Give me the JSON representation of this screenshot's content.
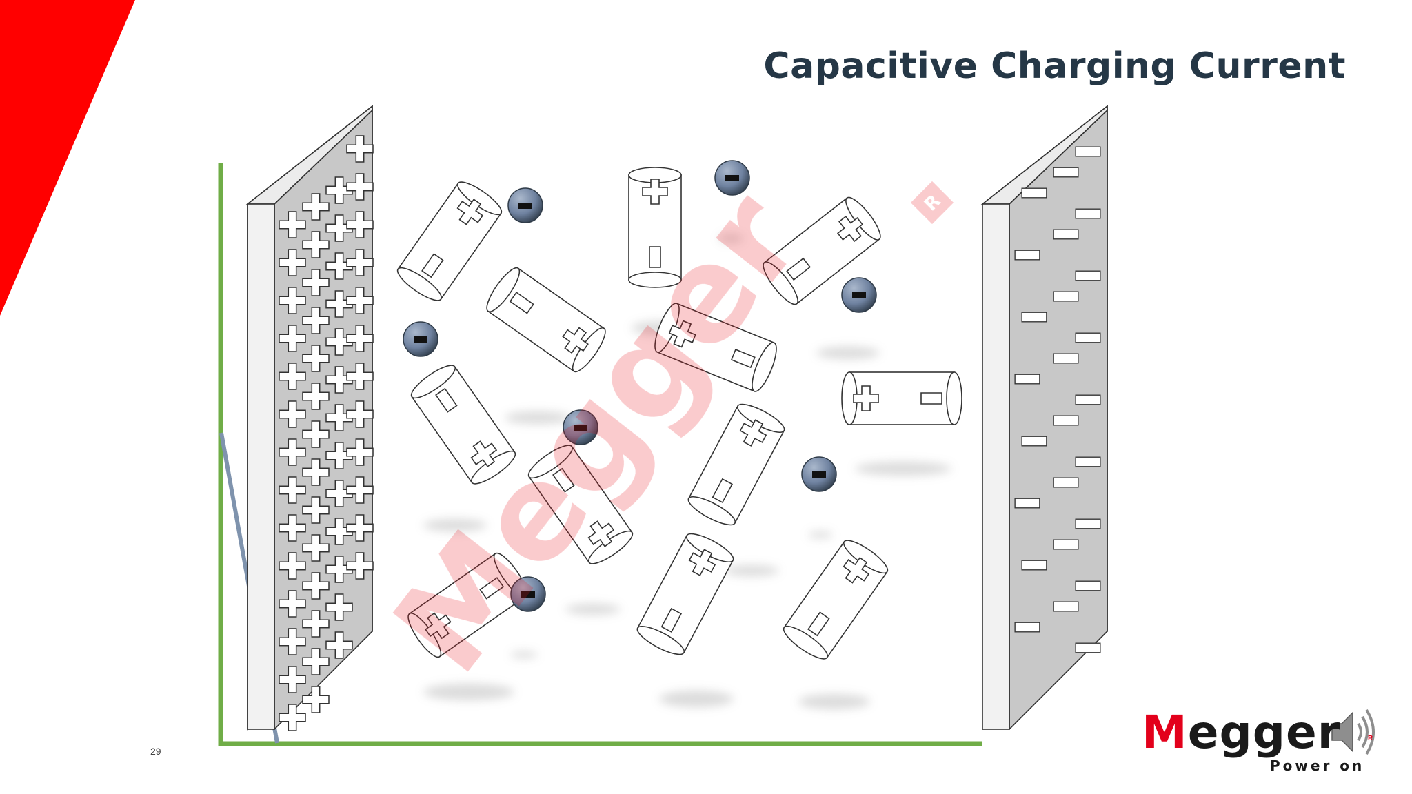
{
  "slide": {
    "title": "Capacitive Charging Current",
    "number": "29"
  },
  "logo": {
    "word_first": "M",
    "word_rest": "egger",
    "registered": "R",
    "tagline": "Power on"
  },
  "watermark": {
    "text": "Megger",
    "registered": "R"
  },
  "colors": {
    "accent_red": "#ff0000",
    "title": "#253746",
    "axis_green": "#70ad47",
    "curve_blue": "#7f93ad",
    "plate_gray": "#c8c8c8",
    "watermark": "#e8151f"
  },
  "icons": {
    "sound": "speaker-icon",
    "dipole_plus": "plus-sign",
    "dipole_minus": "minus-sign",
    "electron": "electron-minus"
  }
}
